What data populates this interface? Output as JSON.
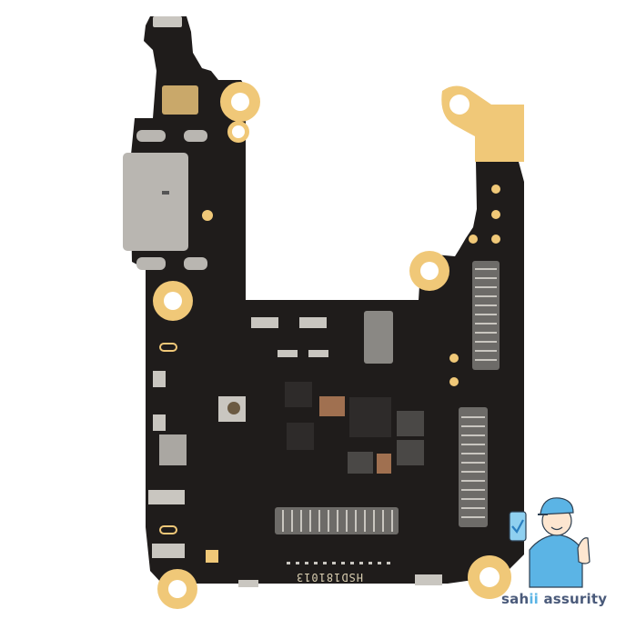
{
  "image": {
    "subject": "smartphone charging port flex PCB board",
    "background_color": "#ffffff"
  },
  "board": {
    "silkscreen_label": "HSD181013",
    "pcb_color": "#1f1c1b",
    "gold_pad_color": "#f0c878",
    "connector_metal_color": "#b9b6b1"
  },
  "watermark": {
    "brand_prefix": "sah",
    "brand_highlight": "ii",
    "brand_suffix": " assurity",
    "text_color": "#4a5a7a",
    "accent_color": "#5bb4e5"
  }
}
